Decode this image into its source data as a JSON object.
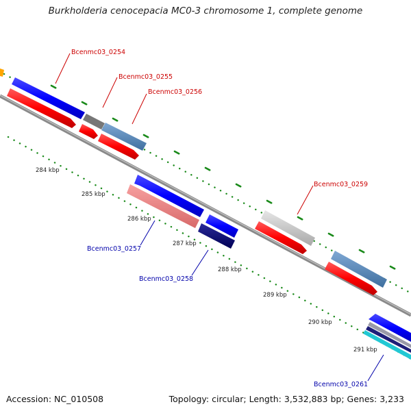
{
  "title": "Burkholderia cenocepacia MC0-3 chromosome 1, complete genome",
  "footer": {
    "accession": "Accession: NC_010508",
    "summary": "Topology: circular; Length: 3,532,883 bp; Genes: 3,233"
  },
  "colors": {
    "forward_cds": "#0000ff",
    "reverse_cds": "#ff0000",
    "label_forward": "#0000aa",
    "label_reverse": "#cc0000",
    "tick": "#1a8a1a",
    "backbone": "#7a7a7a"
  },
  "ticks": [
    {
      "label": "284 kbp"
    },
    {
      "label": "285 kbp"
    },
    {
      "label": "286 kbp"
    },
    {
      "label": "287 kbp"
    },
    {
      "label": "288 kbp"
    },
    {
      "label": "289 kbp"
    },
    {
      "label": "290 kbp"
    },
    {
      "label": "291 kbp"
    }
  ],
  "gene_labels": [
    {
      "id": "Bcenmc03_0254",
      "strand": "reverse"
    },
    {
      "id": "Bcenmc03_0255",
      "strand": "reverse"
    },
    {
      "id": "Bcenmc03_0256",
      "strand": "reverse"
    },
    {
      "id": "Bcenmc03_0257",
      "strand": "forward"
    },
    {
      "id": "Bcenmc03_0258",
      "strand": "forward"
    },
    {
      "id": "Bcenmc03_0259",
      "strand": "reverse"
    },
    {
      "id": "Bcenmc03_0261",
      "strand": "forward"
    }
  ]
}
